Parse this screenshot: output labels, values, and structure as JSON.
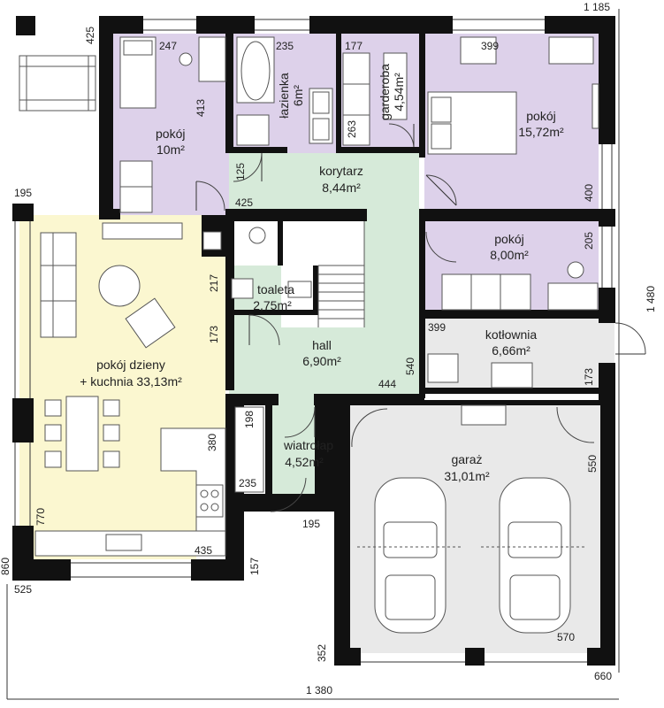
{
  "colors": {
    "bedroom": "#ddd1ea",
    "corridor": "#d6ead9",
    "living": "#fbf7d0",
    "technical": "#e9e9e9",
    "walls": "#111111"
  },
  "rooms": {
    "pokoj_nw": {
      "name": "pokój",
      "area": "10m²"
    },
    "lazienka": {
      "name": "łazienka",
      "area": "6m²"
    },
    "garderoba": {
      "name": "garderoba",
      "area": "4,54m²"
    },
    "pokoj_ne": {
      "name": "pokój",
      "area": "15,72m²"
    },
    "korytarz": {
      "name": "korytarz",
      "area": "8,44m²"
    },
    "pokoj_e": {
      "name": "pokój",
      "area": "8,00m²"
    },
    "toaleta": {
      "name": "toaleta",
      "area": "2,75m²"
    },
    "kotlownia": {
      "name": "kotłownia",
      "area": "6,66m²"
    },
    "hall": {
      "name": "hall",
      "area": "6,90m²"
    },
    "pokoj_dzienny": {
      "name": "pokój dzieny",
      "area": "+ kuchnia 33,13m²"
    },
    "wiatrolap": {
      "name": "wiatrołap",
      "area": "4,52m²"
    },
    "garaz": {
      "name": "garaż",
      "area": "31,01m²"
    }
  },
  "dimensions": {
    "d425_top": "425",
    "d1185": "1 185",
    "d247": "247",
    "d235_top": "235",
    "d177": "177",
    "d399_top": "399",
    "d413": "413",
    "d263": "263",
    "d125": "125",
    "d425_corr": "425",
    "d400": "400",
    "d195_left": "195",
    "d205": "205",
    "d217": "217",
    "d1480": "1 480",
    "d173_left": "173",
    "d399_mid": "399",
    "d540": "540",
    "d444": "444",
    "d173_right": "173",
    "d198": "198",
    "d380": "380",
    "d550": "550",
    "d235_mid": "235",
    "d770": "770",
    "d195_bot": "195",
    "d435": "435",
    "d157": "157",
    "d570": "570",
    "d860": "860",
    "d525": "525",
    "d352": "352",
    "d660": "660",
    "d1380": "1 380"
  }
}
